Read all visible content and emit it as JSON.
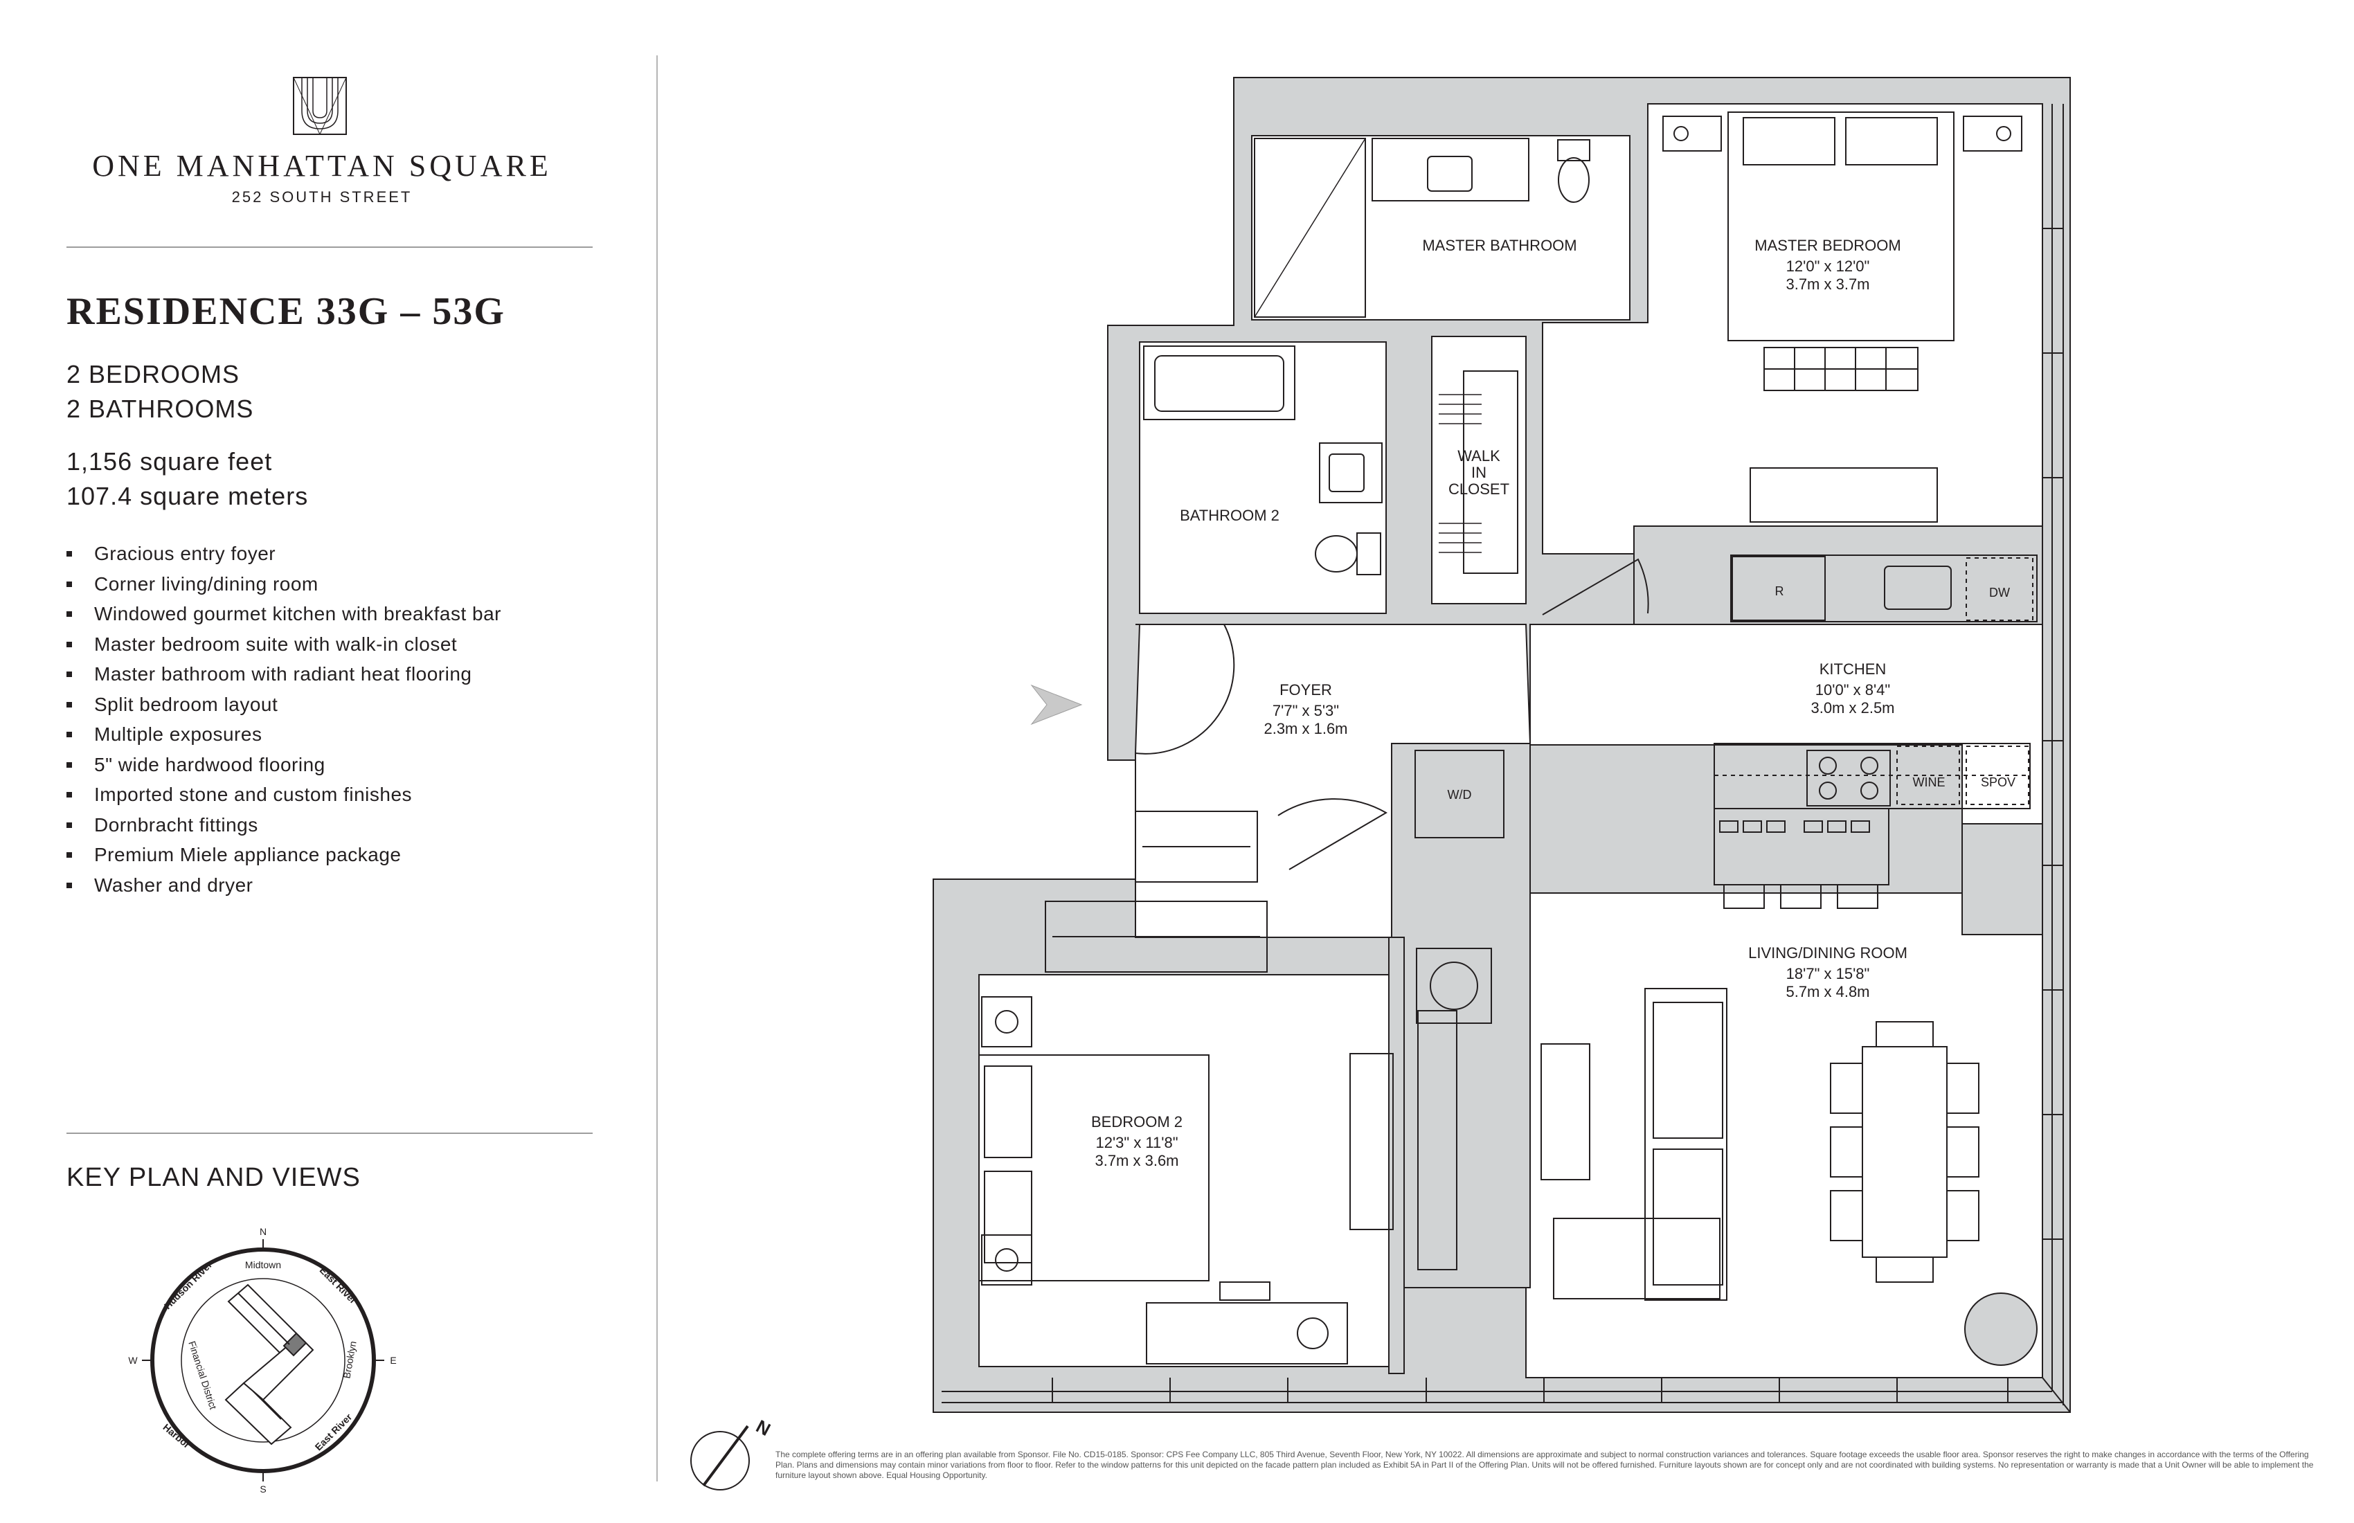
{
  "brand": {
    "name": "ONE MANHATTAN SQUARE",
    "address": "252 SOUTH STREET"
  },
  "residence": {
    "title": "RESIDENCE 33G – 53G",
    "bedrooms": "2 BEDROOMS",
    "bathrooms": "2 BATHROOMS",
    "area_sqft": "1,156 square feet",
    "area_sqm": "107.4 square meters"
  },
  "features": [
    "Gracious entry foyer",
    "Corner living/dining room",
    "Windowed gourmet kitchen with breakfast bar",
    "Master bedroom suite with walk-in closet",
    "Master bathroom with radiant heat flooring",
    "Split bedroom layout",
    "Multiple exposures",
    "5\" wide hardwood flooring",
    "Imported stone and custom finishes",
    "Dornbracht fittings",
    "Premium Miele appliance package",
    "Washer and dryer"
  ],
  "key_plan": {
    "title": "KEY PLAN AND VIEWS",
    "compass": {
      "n": "N",
      "s": "S",
      "e": "E",
      "w": "W"
    },
    "views": {
      "hudson": "Hudson River",
      "midtown": "Midtown",
      "east_river_top": "East River",
      "brooklyn": "Brooklyn",
      "east_river_bottom": "East River",
      "harbor": "Harbor",
      "financial": "Financial District"
    }
  },
  "rooms": {
    "master_bath": {
      "name": "MASTER BATHROOM"
    },
    "master_bed": {
      "name": "MASTER BEDROOM",
      "dim_ft": "12'0\" x 12'0\"",
      "dim_m": "3.7m x 3.7m"
    },
    "bath2": {
      "name": "BATHROOM 2"
    },
    "walk_in": {
      "l1": "WALK",
      "l2": "IN",
      "l3": "CLOSET"
    },
    "foyer": {
      "name": "FOYER",
      "dim_ft": "7'7\" x 5'3\"",
      "dim_m": "2.3m x 1.6m"
    },
    "kitchen": {
      "name": "KITCHEN",
      "dim_ft": "10'0\" x 8'4\"",
      "dim_m": "3.0m x 2.5m"
    },
    "living": {
      "name": "LIVING/DINING ROOM",
      "dim_ft": "18'7\" x 15'8\"",
      "dim_m": "5.7m x 4.8m"
    },
    "bed2": {
      "name": "BEDROOM 2",
      "dim_ft": "12'3\" x 11'8\"",
      "dim_m": "3.7m x 3.6m"
    }
  },
  "appliances": {
    "fridge": "R",
    "dishwasher": "DW",
    "wine": "WINE",
    "spov": "SPOV",
    "washer_dryer": "W/D"
  },
  "north_label": "N",
  "disclaimer": "The complete offering terms are in an offering plan available from Sponsor. File No. CD15-0185. Sponsor: CPS Fee Company LLC, 805 Third Avenue, Seventh Floor, New York, NY 10022. All dimensions are approximate and subject to normal construction variances and tolerances. Square footage exceeds the usable floor area. Sponsor reserves the right to make changes in accordance with the terms of the Offering Plan. Plans and dimensions may contain minor variations from floor to floor. Refer to the window patterns for this unit depicted on the facade pattern plan included as Exhibit 5A in Part II of the Offering Plan. Units will not be offered furnished. Furniture layouts shown are for concept only and are not coordinated with building systems. No representation or warranty is made that a Unit Owner will be able to implement the furniture layout shown above. Equal Housing Opportunity."
}
